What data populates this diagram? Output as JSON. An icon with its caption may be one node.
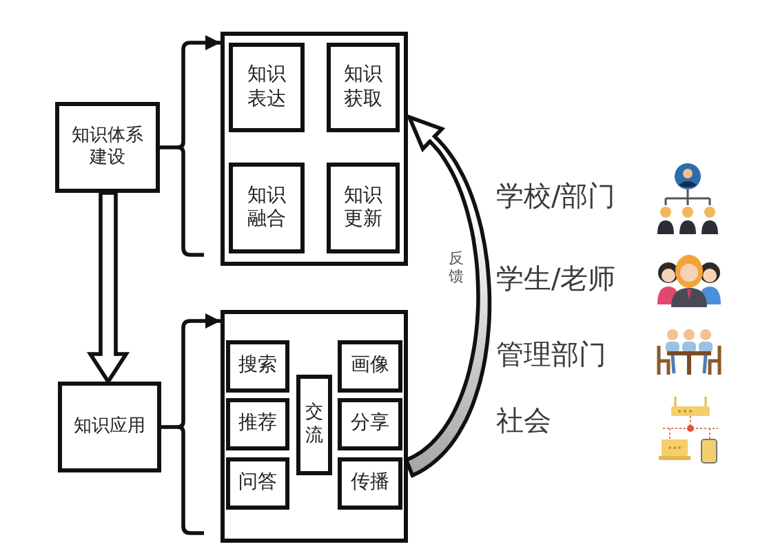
{
  "diagram": {
    "nodes": [
      {
        "text": [
          "知识体系建设"
        ]
      },
      {
        "text": [],
        "shape": "box"
      },
      {
        "text": [
          "知识表达"
        ],
        "in": 1
      },
      {
        "text": [
          "知识获取"
        ],
        "in": 1
      },
      {
        "text": [
          "知识融合"
        ],
        "in": 1
      },
      {
        "text": [
          "知识更新"
        ],
        "in": 1
      },
      {
        "text": [
          "知识应用"
        ]
      },
      {
        "text": [],
        "shape": "box"
      },
      {
        "text": [
          "搜索"
        ],
        "in": 7
      },
      {
        "text": [
          "推荐"
        ],
        "in": 7
      },
      {
        "text": [
          "问答"
        ],
        "in": 7
      },
      {
        "text": [
          "交流"
        ],
        "in": 7
      },
      {
        "text": [
          "画像"
        ],
        "in": 7
      },
      {
        "text": [
          "分享"
        ],
        "in": 7
      },
      {
        "text": [
          "传播"
        ],
        "in": 7
      }
    ],
    "edges": [
      {
        "from": 0,
        "to": 1,
        "arrow": "to"
      },
      {
        "from": 0,
        "to": 6,
        "arrow": "to"
      },
      {
        "from": 6,
        "to": 7,
        "arrow": "to"
      },
      {
        "from": 7,
        "to": 1,
        "arrow": "to",
        "label": "反馈"
      }
    ],
    "labels": [
      "学校/部门",
      "学生/老师",
      "管理部门",
      "社会"
    ]
  }
}
